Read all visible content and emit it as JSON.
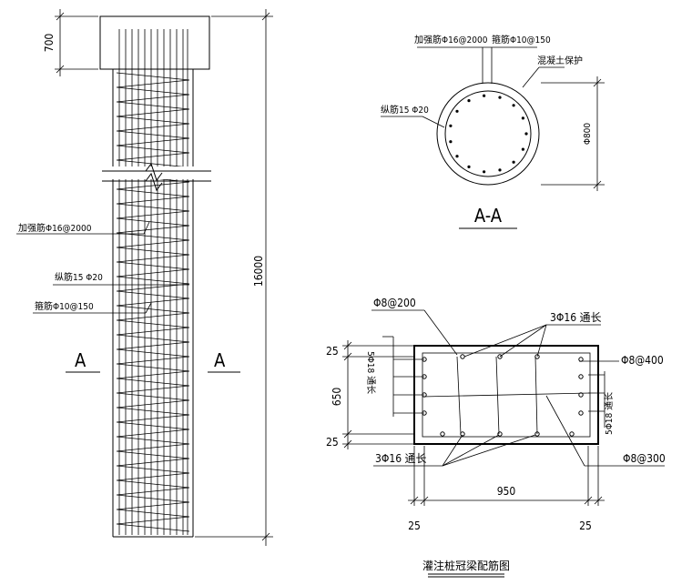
{
  "pile_elevation": {
    "dim_top": "700",
    "dim_total": "16000",
    "label_stirrup_ring": "加强筋Φ16@2000",
    "label_long_bars": "纵筋15 Φ20",
    "label_spiral": "箍筋Φ10@150",
    "section_mark_left": "A",
    "section_mark_right": "A"
  },
  "section_aa": {
    "label_ring": "加强筋Φ16@2000",
    "label_spiral": "箍筋Φ10@150",
    "label_cover": "混凝土保护",
    "label_long_bars": "纵筋15 Φ20",
    "dim_diameter": "Φ800",
    "title": "A-A"
  },
  "cap_beam": {
    "label_top_stirrup": "Φ8@200",
    "label_top_bars": "3Φ16 通长",
    "label_left_side_bars": "5Φ18 通长",
    "label_right_stirrup": "Φ8@400",
    "label_right_side_bars": "5Φ18 通长",
    "label_bottom_bars": "3Φ16 通长",
    "label_bottom_stirrup": "Φ8@300",
    "dim_top_cover": "25",
    "dim_height": "650",
    "dim_bottom_cover": "25",
    "dim_width": "950",
    "dim_left_cover": "25",
    "dim_right_cover": "25",
    "title": "灌注桩冠梁配筋图"
  }
}
